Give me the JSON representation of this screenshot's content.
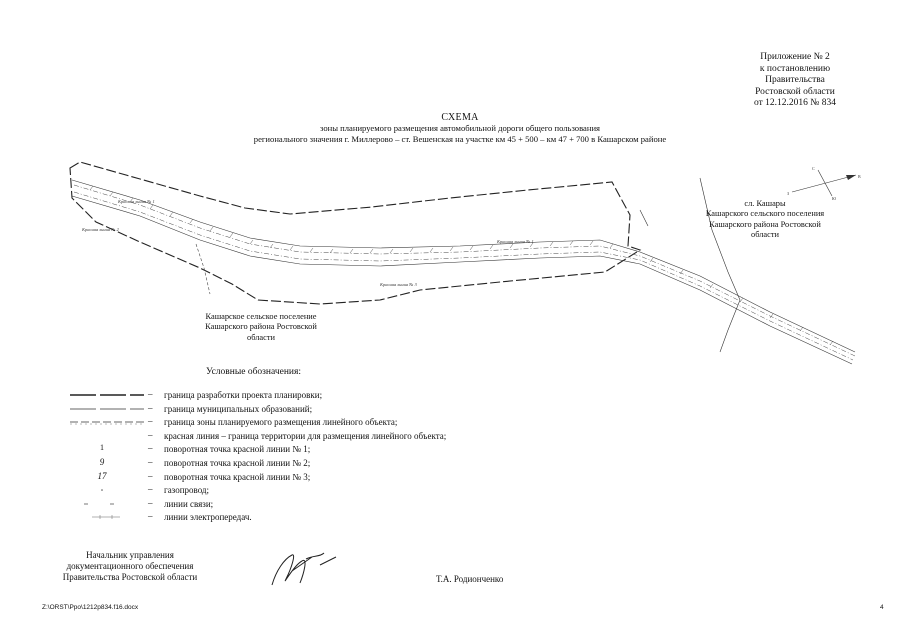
{
  "appendix": {
    "line1": "Приложение № 2",
    "line2": "к постановлению",
    "line3": "Правительства",
    "line4": "Ростовской области",
    "line5": "от 12.12.2016 № 834"
  },
  "title": {
    "main": "СХЕМА",
    "line1": "зоны планируемого размещения автомобильной дороги общего пользования",
    "line2": "регионального значения г. Миллерово – ст. Вешенская на участке км 45 + 500 – км 47 + 700 в Кашарском районе"
  },
  "map": {
    "place_right": {
      "line1": "сл. Кашары",
      "line2": "Кашарского сельского поселения",
      "line3": "Кашарского района Ростовской",
      "line4": "области"
    },
    "place_left": {
      "line1": "Кашарское сельское поселение",
      "line2": "Кашарского района Ростовской",
      "line3": "области"
    },
    "red_line_labels": [
      "Красная линия № 1",
      "Красная линия № 2",
      "Красная линия № 1",
      "Красная линия № 3"
    ],
    "compass_letters": [
      "С",
      "В",
      "Ю",
      "З"
    ]
  },
  "legend": {
    "title": "Условные обозначения:",
    "dash": "–",
    "items": [
      {
        "text": "граница разработки проекта планировки;",
        "sym": ""
      },
      {
        "text": "граница муниципальных образований;",
        "sym": ""
      },
      {
        "text": "граница зоны планируемого размещения линейного объекта;",
        "sym": ""
      },
      {
        "text": "красная линия – граница территории для размещения линейного объекта;",
        "sym": ""
      },
      {
        "text": "поворотная точка красной линии № 1;",
        "sym": "1"
      },
      {
        "text": "поворотная точка красной линии № 2;",
        "sym": "9"
      },
      {
        "text": "поворотная точка красной линии № 3;",
        "sym": "17"
      },
      {
        "text": "газопровод;",
        "sym": ""
      },
      {
        "text": "линии связи;",
        "sym": ""
      },
      {
        "text": "линии электропередач.",
        "sym": ""
      }
    ]
  },
  "signer": {
    "line1": "Начальник управления",
    "line2": "документационного обеспечения",
    "line3": "Правительства Ростовской области",
    "name": "Т.А. Родионченко"
  },
  "footer": {
    "path": "Z:\\ORST\\Ppo\\1212p834.f16.docx",
    "page": "4"
  }
}
